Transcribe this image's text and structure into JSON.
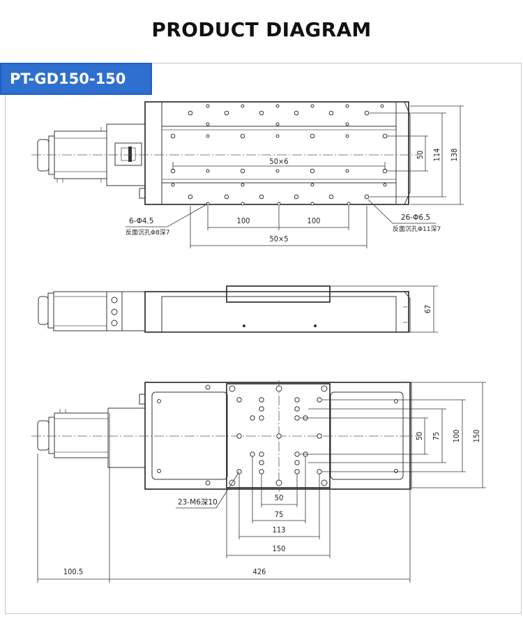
{
  "page_title": "PRODUCT DIAGRAM",
  "model": "PT-GD150-150",
  "top_view": {
    "dims": {
      "pitch_inner": "50×6",
      "pitch_bottom_left": "100",
      "pitch_bottom_right": "100",
      "pitch_outer": "50×5",
      "h_50": "50",
      "h_114": "114",
      "h_138": "138"
    },
    "note_left_1": "6-Φ4.5",
    "note_left_2": "反面沉孔Φ8深7",
    "note_right_1": "26-Φ6.5",
    "note_right_2": "反面沉孔Φ11深7"
  },
  "side_view": {
    "dims": {
      "height": "67"
    }
  },
  "bottom_view": {
    "dims": {
      "w_50": "50",
      "w_75": "75",
      "w_113": "113",
      "w_150": "150",
      "h_50": "50",
      "h_75": "75",
      "h_100": "100",
      "h_150": "150",
      "len_motor": "100.5",
      "len_body": "426"
    },
    "note_thread": "23-M6深10"
  }
}
